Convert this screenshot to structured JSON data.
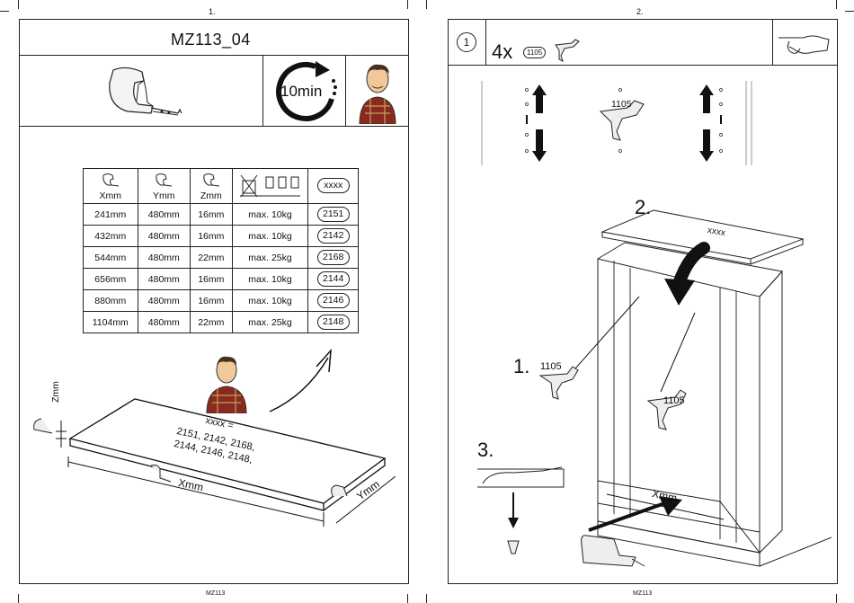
{
  "pages": {
    "left": {
      "page_number": "1.",
      "footer": "MZ113",
      "title": "MZ113_04",
      "time": "10min",
      "table": {
        "headers": [
          "Xmm",
          "Ymm",
          "Zmm",
          "",
          "xxxx"
        ],
        "rows": [
          {
            "x": "241mm",
            "y": "480mm",
            "z": "16mm",
            "load": "max. 10kg",
            "code": "2151"
          },
          {
            "x": "432mm",
            "y": "480mm",
            "z": "16mm",
            "load": "max. 10kg",
            "code": "2142"
          },
          {
            "x": "544mm",
            "y": "480mm",
            "z": "22mm",
            "load": "max. 25kg",
            "code": "2168"
          },
          {
            "x": "656mm",
            "y": "480mm",
            "z": "16mm",
            "load": "max. 10kg",
            "code": "2144"
          },
          {
            "x": "880mm",
            "y": "480mm",
            "z": "16mm",
            "load": "max. 10kg",
            "code": "2146"
          },
          {
            "x": "1104mm",
            "y": "480mm",
            "z": "22mm",
            "load": "max. 25kg",
            "code": "2148"
          }
        ]
      },
      "note_line1": "xxxx =",
      "note_line2": "2151, 2142, 2168,",
      "note_line3": "2144, 2146, 2148,",
      "dim_z": "Zmm",
      "dim_x": "Xmm",
      "dim_y": "Ymm"
    },
    "right": {
      "page_number": "2.",
      "footer": "MZ113",
      "step_number": "1",
      "quantity": "4x",
      "part_code": "1105",
      "part_label_top": "1105",
      "step2": "2.",
      "shelf_label": "xxxx",
      "step1": "1.",
      "part_label_left": "1105",
      "part_label_inner": "1105",
      "step3": "3.",
      "dim_x": "Xmm"
    }
  }
}
